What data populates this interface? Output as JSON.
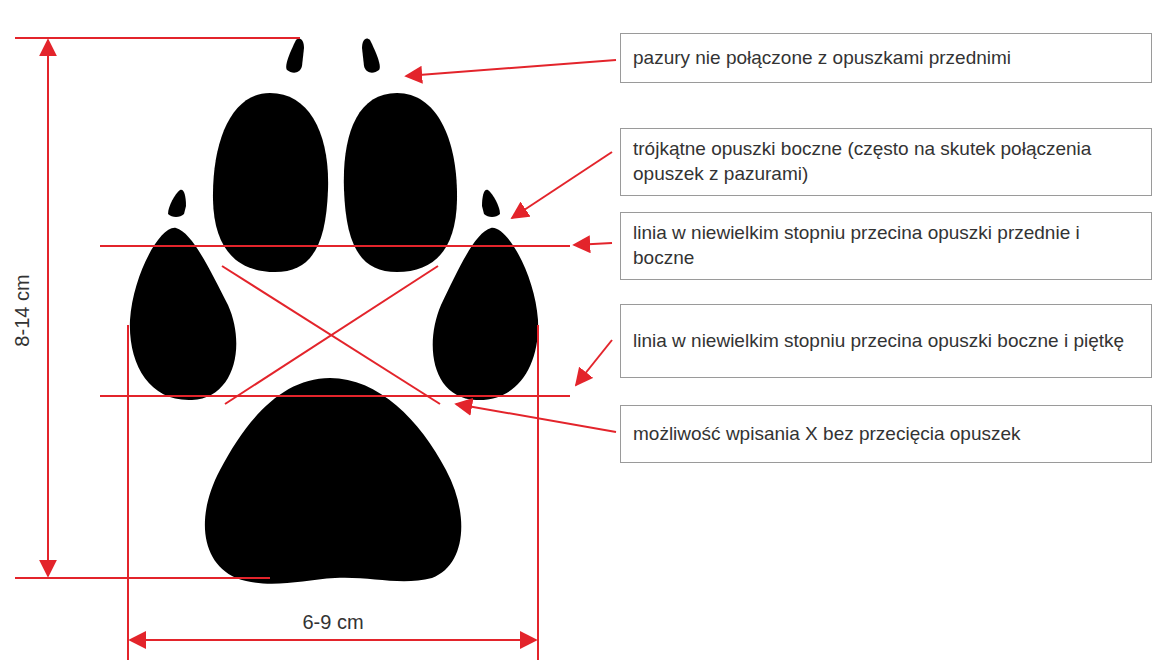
{
  "diagram": {
    "nodes": [
      {
        "text": [
          "pazury nie połączone z opuszkami przednimi"
        ]
      },
      {
        "text": [
          "trójkątne opuszki boczne (często na skutek połączenia opuszek z pazurami)"
        ]
      },
      {
        "text": [
          "linia w niewielkim stopniu przecina opuszki przednie i boczne"
        ]
      },
      {
        "text": [
          "linia w niewielkim stopniu przecina opuszki boczne i piętkę"
        ]
      },
      {
        "text": [
          "możliwość wpisania X bez przecięcia opuszek"
        ]
      }
    ],
    "labels": [
      "8-14 cm",
      "6-9 cm"
    ]
  }
}
